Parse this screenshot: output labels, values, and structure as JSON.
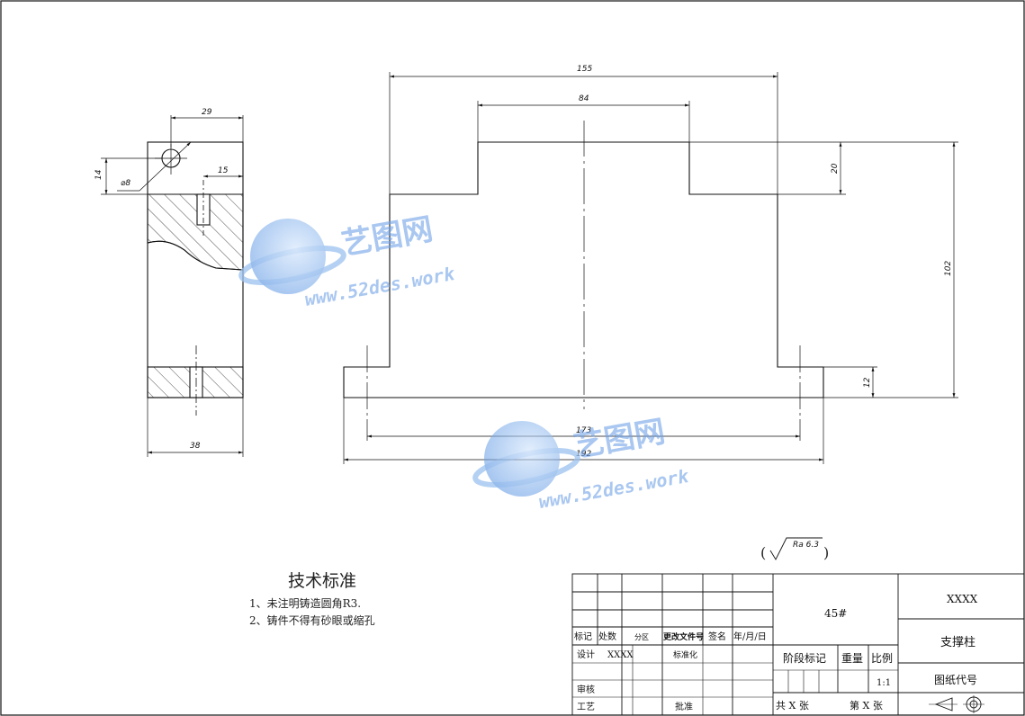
{
  "drawing": {
    "title_cn": "支撑柱",
    "material": "45#",
    "company": "XXXX",
    "drawing_no_label": "图纸代号",
    "scale": "1:1",
    "roughness": "Ra 6.3"
  },
  "dimensions": {
    "side_width_top": "29",
    "side_hole_offset": "14",
    "side_hole_dia": "⌀8",
    "side_slot": "15",
    "side_width_bottom": "38",
    "front_overall_top": "155",
    "front_inner_top": "84",
    "front_step_height": "20",
    "front_total_height": "102",
    "front_base_height": "12",
    "front_hole_spacing": "173",
    "front_base_width": "192"
  },
  "notes": {
    "title": "技术标准",
    "items": [
      "1、未注明铸造圆角R3.",
      "2、铸件不得有砂眼或缩孔"
    ]
  },
  "title_block": {
    "revision_headers": [
      "标记",
      "处数",
      "分区",
      "更改文件号",
      "签名",
      "年/月/日"
    ],
    "design_label": "设计",
    "design_value": "XXXX",
    "standardize_label": "标准化",
    "review_label": "审核",
    "process_label": "工艺",
    "approve_label": "批准",
    "stage_label": "阶段标记",
    "weight_label": "重量",
    "scale_label": "比例",
    "sheets_total": "共 X 张",
    "sheet_no": "第 X 张"
  },
  "watermark": {
    "brand": "艺图网",
    "url": "www.52des.work",
    "url2": "www.52des.work"
  }
}
